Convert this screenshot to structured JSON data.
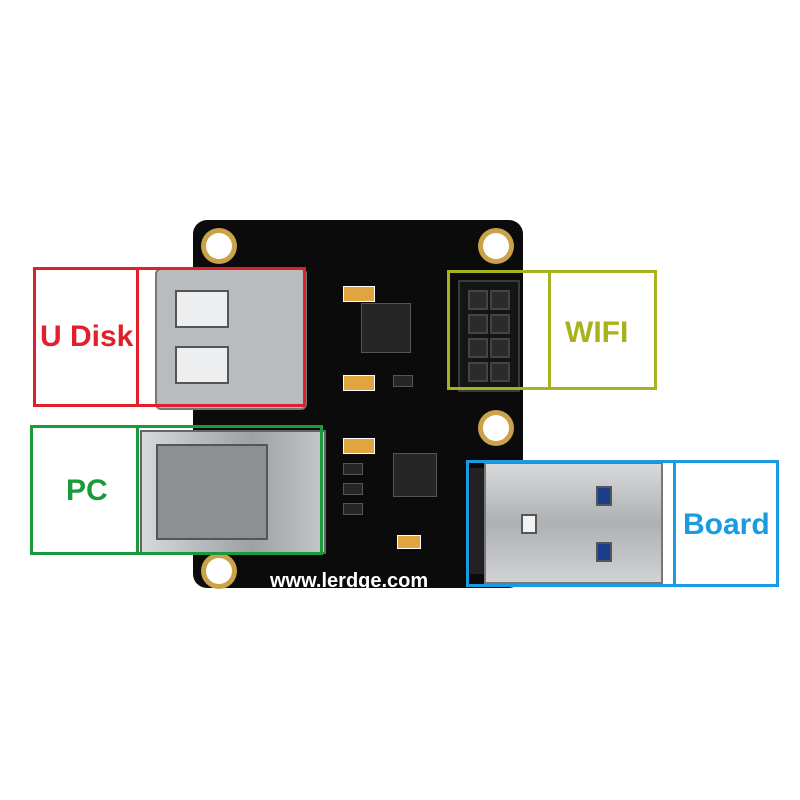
{
  "labels": {
    "u_disk": "U Disk",
    "pc": "PC",
    "wifi": "WIFI",
    "board": "Board"
  },
  "board_url": "www.lerdge.com",
  "colors": {
    "u_disk": "#e0202a",
    "pc": "#1a9a3a",
    "wifi": "#a8b21e",
    "board": "#1a9ae0",
    "pcb": "#0b0b0b",
    "pad": "#c9a24a"
  }
}
